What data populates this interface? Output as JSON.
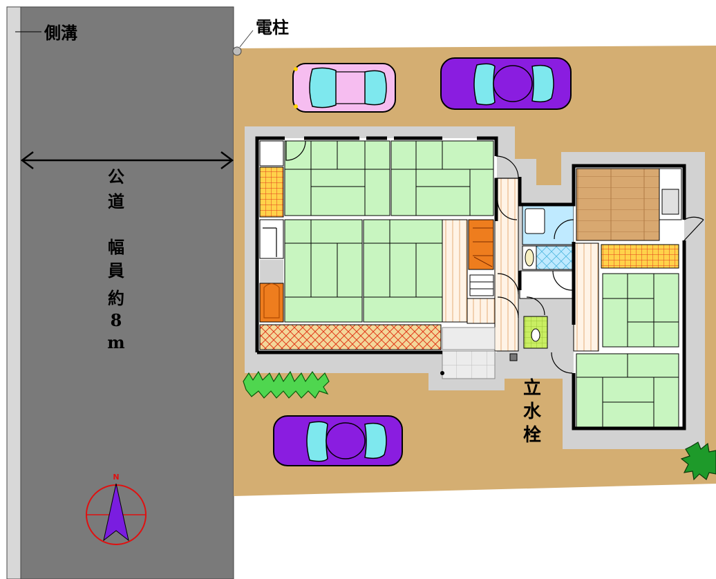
{
  "labels": {
    "gutter": "側溝",
    "pole": "電柱",
    "road_chars": [
      "公",
      "道"
    ],
    "width_chars": [
      "幅",
      "員",
      "約",
      "8",
      "m"
    ],
    "faucet_chars": [
      "立",
      "水",
      "栓"
    ],
    "north": "N"
  },
  "colors": {
    "road": "#7a7a7a",
    "gutter": "#d8d8d8",
    "lot": "#d4ae72",
    "concrete": "#d2d2d2",
    "tatami": "#c8f5c0",
    "flooring": "#d8a870",
    "closet": "#ffd24a",
    "lattice": "#f3d79a",
    "kitchen_orange": "#ee7d1e",
    "bath_blue": "#bfeaff",
    "wc_green": "#c9ee62",
    "shrub": "#4fd64f",
    "tree": "#1e9a2a",
    "car_pink": "#f6bdf0",
    "car_purple": "#8a1de0",
    "glass": "#7ee8ee",
    "north_ring": "#e01010",
    "north_arrow": "#7a1de0"
  },
  "icons": [
    "compass-north-icon",
    "utility-pole-icon",
    "width-dimension-arrow-icon",
    "tree-icon",
    "shrub-icon"
  ]
}
